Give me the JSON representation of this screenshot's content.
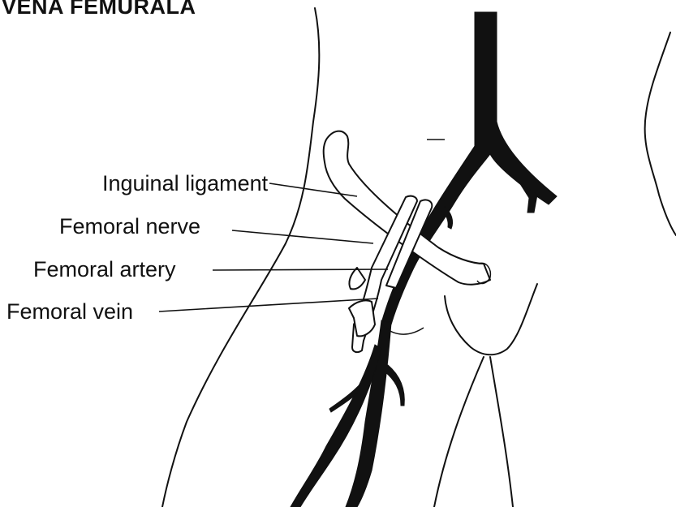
{
  "title": "VENA FEMURALA",
  "labels": {
    "inguinal_ligament": "Inguinal ligament",
    "femoral_nerve": "Femoral nerve",
    "femoral_artery": "Femoral artery",
    "femoral_vein": "Femoral vein"
  },
  "colors": {
    "ink": "#111111",
    "paper": "#ffffff"
  }
}
